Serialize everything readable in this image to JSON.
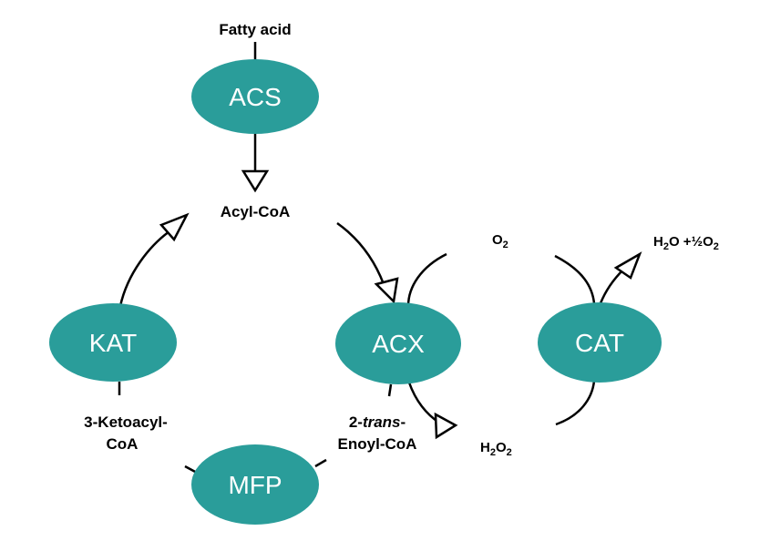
{
  "colors": {
    "enzyme_fill": "#2a9d9a",
    "enzyme_text": "#ffffff",
    "line": "#000000"
  },
  "enzymes": {
    "acs": "ACS",
    "acx": "ACX",
    "cat": "CAT",
    "kat": "KAT",
    "mfp": "MFP"
  },
  "metabolites": {
    "fatty_acid": "Fatty acid",
    "acyl_coa": "Acyl-CoA",
    "o2": "O",
    "o2_sub": "2",
    "h2o2_h": "H",
    "h2o2_sub1": "2",
    "h2o2_o": "O",
    "h2o2_sub2": "2",
    "water_h": "H",
    "water_sub1": "2",
    "water_rest": "O +½O",
    "water_sub2": "2",
    "ketoacyl_line1": "3-Ketoacyl-",
    "ketoacyl_line2": "CoA",
    "enoyl_prefix": "2-",
    "enoyl_italic": "trans",
    "enoyl_suffix": "-",
    "enoyl_line2": "Enoyl-CoA"
  }
}
